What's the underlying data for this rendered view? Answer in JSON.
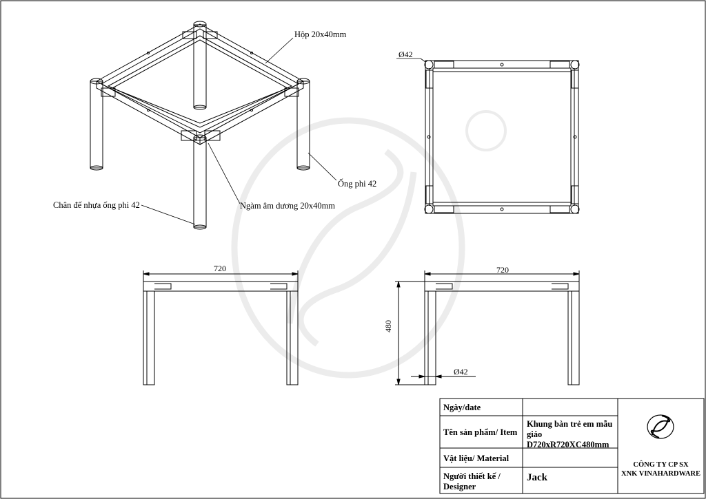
{
  "annotations": {
    "hop": "Hộp 20x40mm",
    "ong": "Ống phi 42",
    "chan": "Chân đế nhựa ống phi 42",
    "ngam": "Ngàm âm dương 20x40mm"
  },
  "dimensions": {
    "top_phi": "Ø42",
    "front_width": "720",
    "side_width": "720",
    "side_height": "480",
    "side_phi": "Ø42"
  },
  "title_block": {
    "date_label": "Ngày/date",
    "date_value": "",
    "item_label": "Tên sản phẩm/ Item",
    "item_value": "Khung bàn trẻ em mẫu giáo D720xR720XC480mm",
    "material_label": "Vật liệu/ Material",
    "material_value": "",
    "designer_label": "Người thiết kế / Designer",
    "designer_value": "Jack",
    "company_line1": "CÔNG TY CP SX",
    "company_line2": "XNK VINAHARDWARE"
  },
  "colors": {
    "line": "#000000",
    "watermark": "#ececec"
  }
}
